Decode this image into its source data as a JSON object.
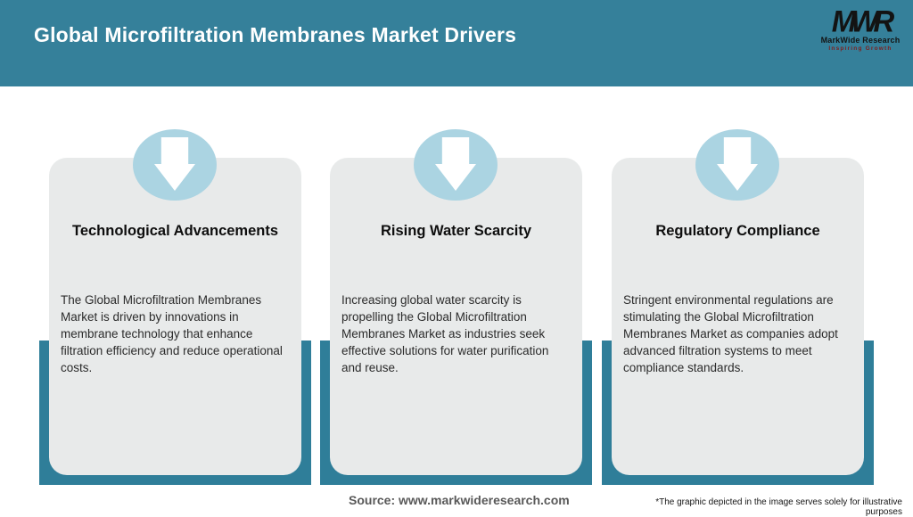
{
  "header": {
    "title": "Global Microfiltration Membranes Market Drivers",
    "bg_color": "#35809A",
    "logo": {
      "monogram": "MWR",
      "name": "MarkWide Research",
      "tagline": "Inspiring Growth",
      "tagline_color": "#7E2020"
    }
  },
  "cards": [
    {
      "icon": "down-arrow-icon",
      "title": "Technological Advancements",
      "body": "The Global Microfiltration Membranes Market is driven by innovations in membrane technology that enhance filtration efficiency and reduce operational costs."
    },
    {
      "icon": "down-arrow-icon",
      "title": "Rising Water Scarcity",
      "body": "Increasing global water scarcity is propelling the Global Microfiltration Membranes Market as industries seek effective solutions for water purification and reuse."
    },
    {
      "icon": "down-arrow-icon",
      "title": "Regulatory Compliance",
      "body": "Stringent environmental regulations are stimulating the Global Microfiltration Membranes Market as companies adopt advanced filtration systems to meet compliance standards."
    }
  ],
  "footer": {
    "source": "Source: www.markwideresearch.com",
    "disclaimer": "*The graphic depicted in the image serves solely for illustrative purposes"
  },
  "colors": {
    "header_teal": "#35809A",
    "band_teal": "#2F7E99",
    "icon_circle_blue": "#ABD4E2",
    "card_gray": "#E8EAEA",
    "source_text": "#595959"
  }
}
